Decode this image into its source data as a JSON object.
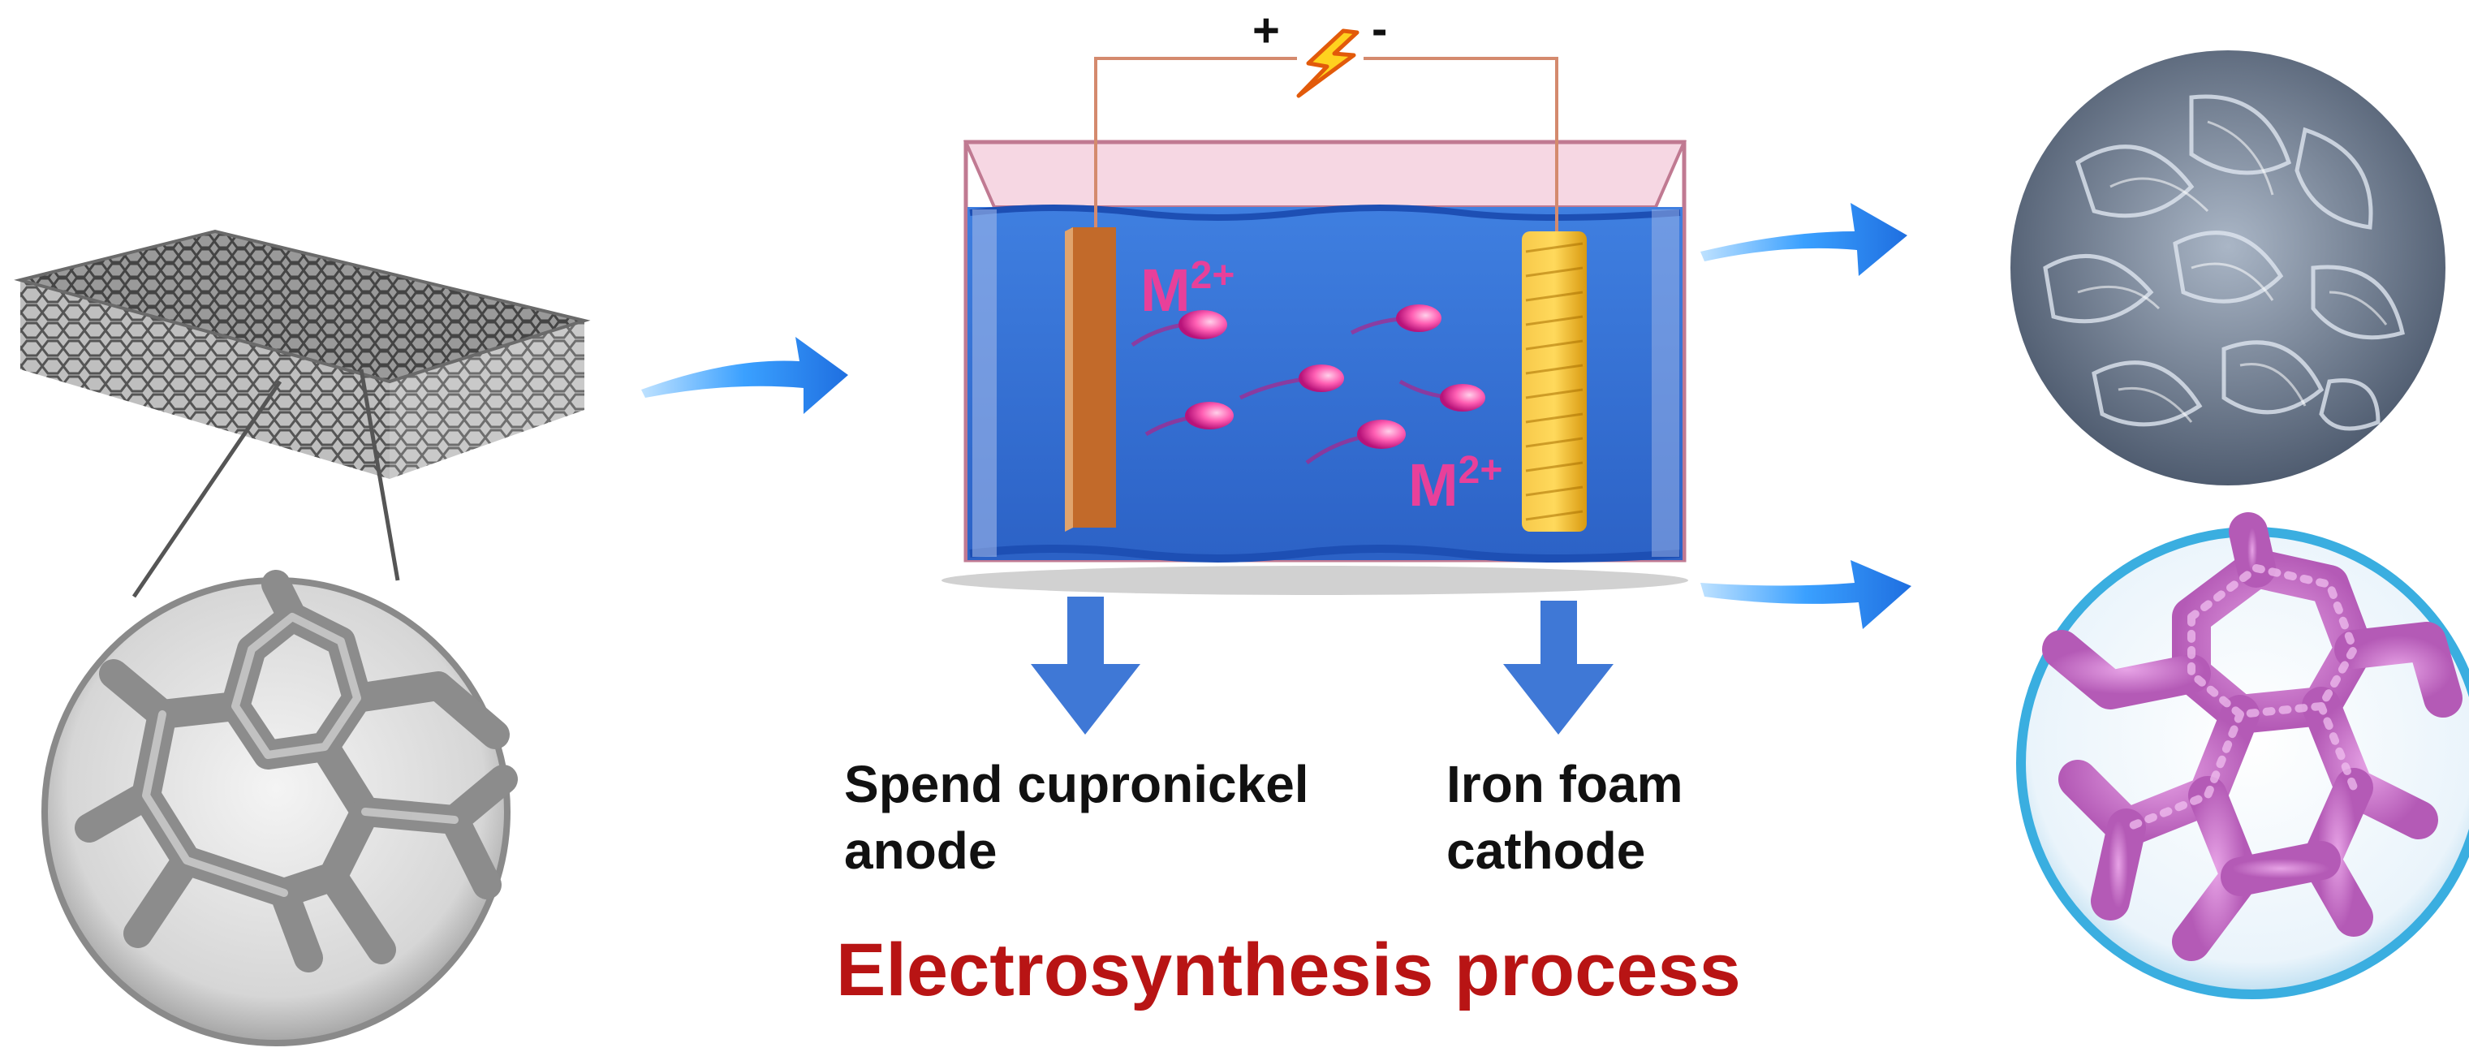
{
  "battery": {
    "plus": "+",
    "minus": "-"
  },
  "ions": {
    "label_base": "M",
    "label_charge": "2+"
  },
  "electrodes": {
    "anode_label": "Spend cupronickel\nanode",
    "cathode_label": "Iron foam\ncathode"
  },
  "process_title": "Electrosynthesis process",
  "colors": {
    "title_red": "#b81414",
    "ion_pink": "#e8409a",
    "electrolyte_blue": "#2f6fd0",
    "arrow_blue": "#3f78d6",
    "anode_copper": "#c26a2a",
    "cathode_gold": "#f2b824",
    "nanosheet_gray": "#6f7f97",
    "product_magenta": "#c468c4"
  },
  "icons": [
    "porous-foam-block",
    "foam-zoom-circle",
    "lightning-bolt-icon",
    "electrolysis-cell",
    "nanosheet-sem-image",
    "coated-foam-zoom-circle"
  ]
}
